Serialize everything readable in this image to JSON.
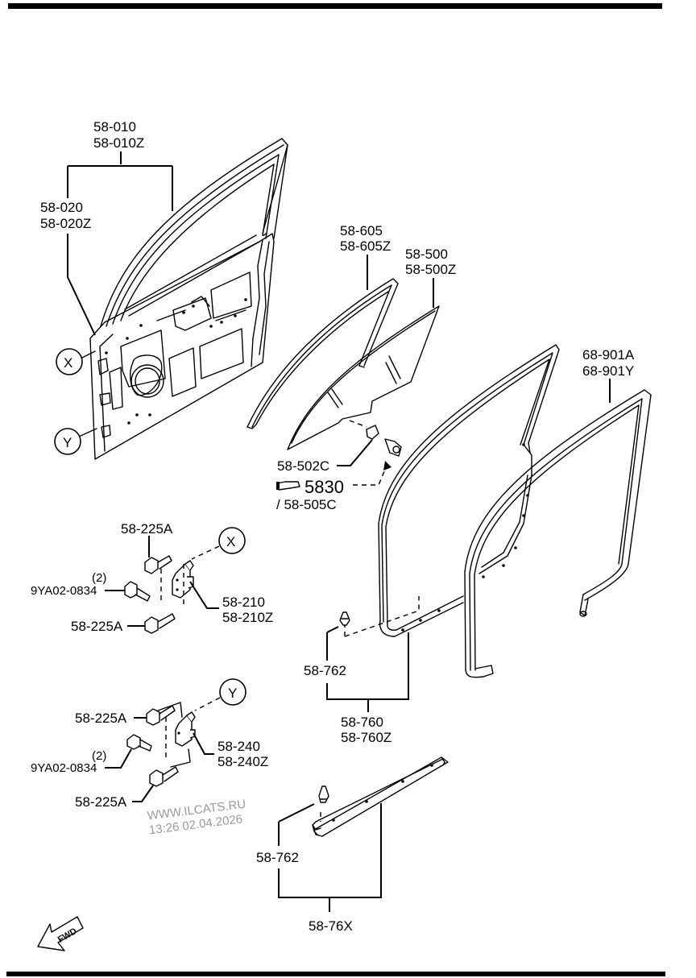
{
  "diagram": {
    "title": "Front door, glass and weatherstrips",
    "colors": {
      "line": "#000000",
      "background": "#ffffff",
      "watermark": "#9a9a9a"
    },
    "callouts": {
      "x": "X",
      "y": "Y",
      "x_hinge": "X",
      "y_hinge": "Y"
    },
    "labels": {
      "door_shell": [
        "58-010",
        "58-010Z"
      ],
      "door_inner": [
        "58-020",
        "58-020Z"
      ],
      "glass_run": [
        "58-605",
        "58-605Z"
      ],
      "door_glass": [
        "58-500",
        "58-500Z"
      ],
      "glass_bracket": "58-502C",
      "reference_section": "5830",
      "reference_part": "/ 58-505C",
      "body_weatherstrip": [
        "68-901A",
        "68-901Y"
      ],
      "upper_hinge_bolt_top": "58-225A",
      "upper_hinge_bolt_bottom": "58-225A",
      "upper_hinge_screw_qty": "(2)",
      "upper_hinge_screw": "9YA02-0834",
      "upper_hinge": [
        "58-210",
        "58-210Z"
      ],
      "lower_hinge_bolt_top": "58-225A",
      "lower_hinge_bolt_bottom": "58-225A",
      "lower_hinge_screw_qty": "(2)",
      "lower_hinge_screw": "9YA02-0834",
      "lower_hinge": [
        "58-240",
        "58-240Z"
      ],
      "door_weatherstrip_clip": "58-762",
      "door_weatherstrip": [
        "58-760",
        "58-760Z"
      ],
      "sill_strip_clip": "58-762",
      "sill_strip": "58-76X"
    },
    "fwd_label": "FWD",
    "watermark": {
      "site": "WWW.ILCATS.RU",
      "timestamp": "13:26 02.04.2026"
    }
  }
}
